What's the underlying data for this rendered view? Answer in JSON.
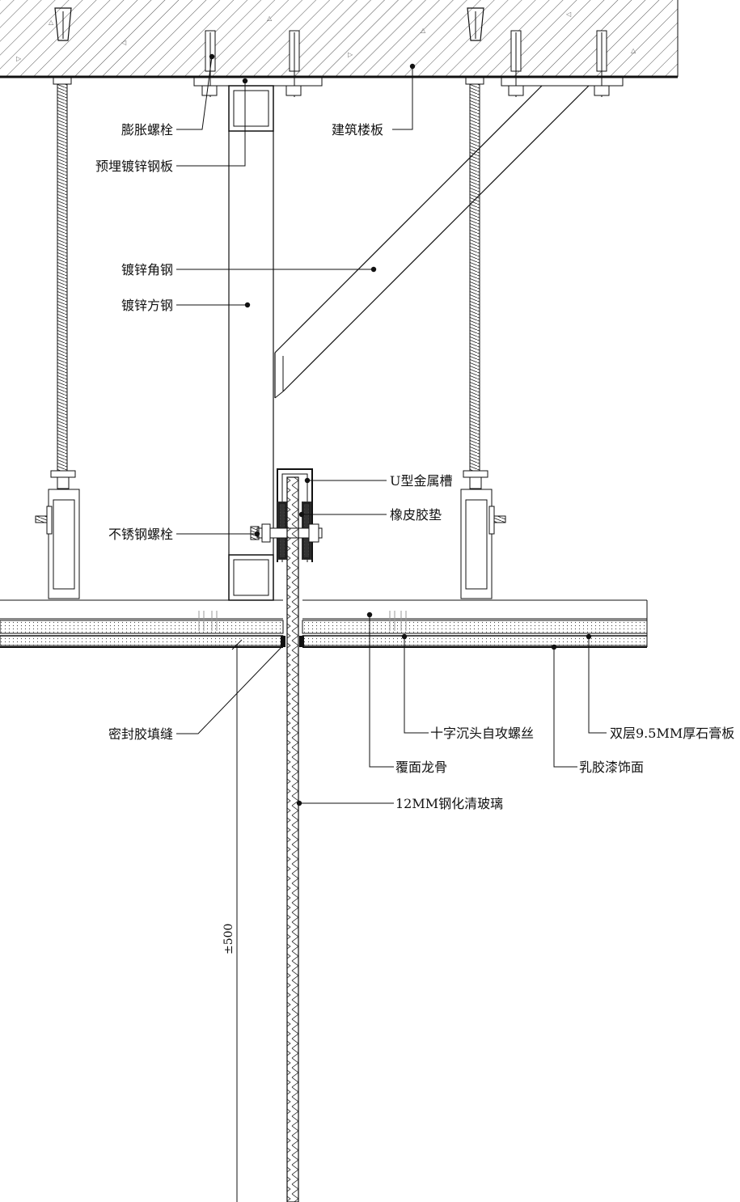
{
  "labels": {
    "expansion_bolt": "膨胀螺栓",
    "embedded_plate": "预埋镀锌钢板",
    "galv_angle": "镀锌角钢",
    "galv_square_tube": "镀锌方钢",
    "building_slab": "建筑楼板",
    "u_channel": "U型金属槽",
    "rubber_gasket": "橡皮胶垫",
    "stainless_bolt": "不锈钢螺栓",
    "sealant_joint": "密封胶填缝",
    "cross_screw": "十字沉头自攻螺丝",
    "double_gypsum": "双层9.5MM厚石膏板",
    "cover_keel": "覆面龙骨",
    "latex_paint": "乳胶漆饰面",
    "tempered_glass": "12MM钢化清玻璃"
  },
  "dimension": {
    "height_tolerance": "±500"
  },
  "colors": {
    "line": "#111111",
    "background": "#ffffff",
    "hatch": "#555555"
  }
}
